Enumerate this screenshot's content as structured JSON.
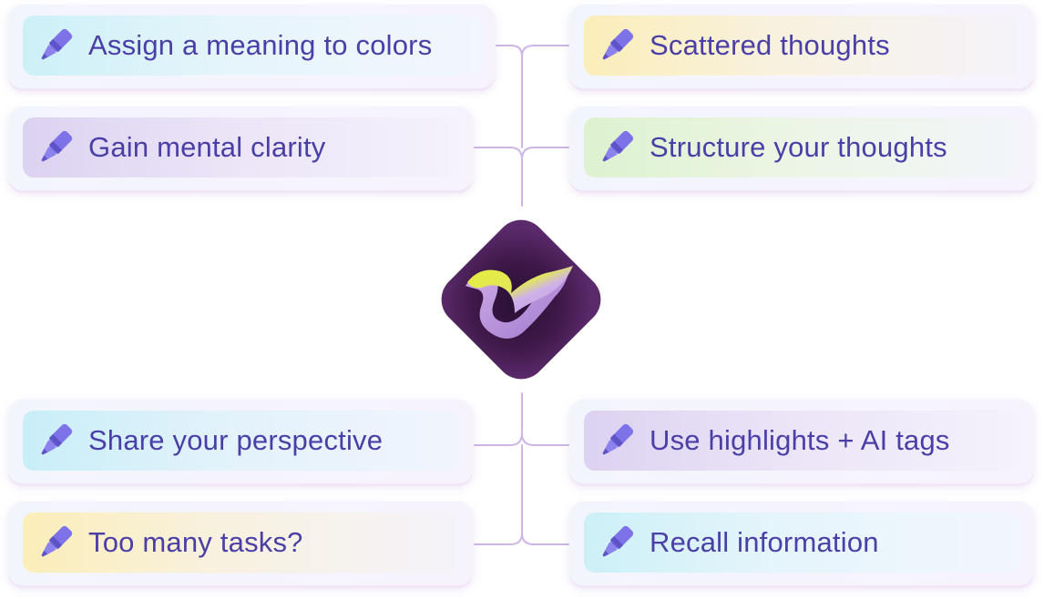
{
  "center_logo": {
    "icon": "ribbon-logo-icon"
  },
  "colors": {
    "text": "#4a3fa7",
    "connector": "#cdb6e6",
    "logo_bg": "#4a1f57",
    "logo_yellow": "#e3ea3b",
    "logo_lavender": "#c7a6e6"
  },
  "items": [
    {
      "label": "Assign a meaning to colors",
      "icon": "highlighter-icon",
      "accent": "cyan"
    },
    {
      "label": "Scattered thoughts",
      "icon": "highlighter-icon",
      "accent": "yellow"
    },
    {
      "label": "Gain mental clarity",
      "icon": "highlighter-icon",
      "accent": "purple"
    },
    {
      "label": "Structure your thoughts",
      "icon": "highlighter-icon",
      "accent": "green"
    },
    {
      "label": "Share your perspective",
      "icon": "highlighter-icon",
      "accent": "cyan"
    },
    {
      "label": "Use highlights + AI tags",
      "icon": "highlighter-icon",
      "accent": "purple"
    },
    {
      "label": "Too many tasks?",
      "icon": "highlighter-icon",
      "accent": "yellow"
    },
    {
      "label": "Recall information",
      "icon": "highlighter-icon",
      "accent": "cyan"
    }
  ]
}
